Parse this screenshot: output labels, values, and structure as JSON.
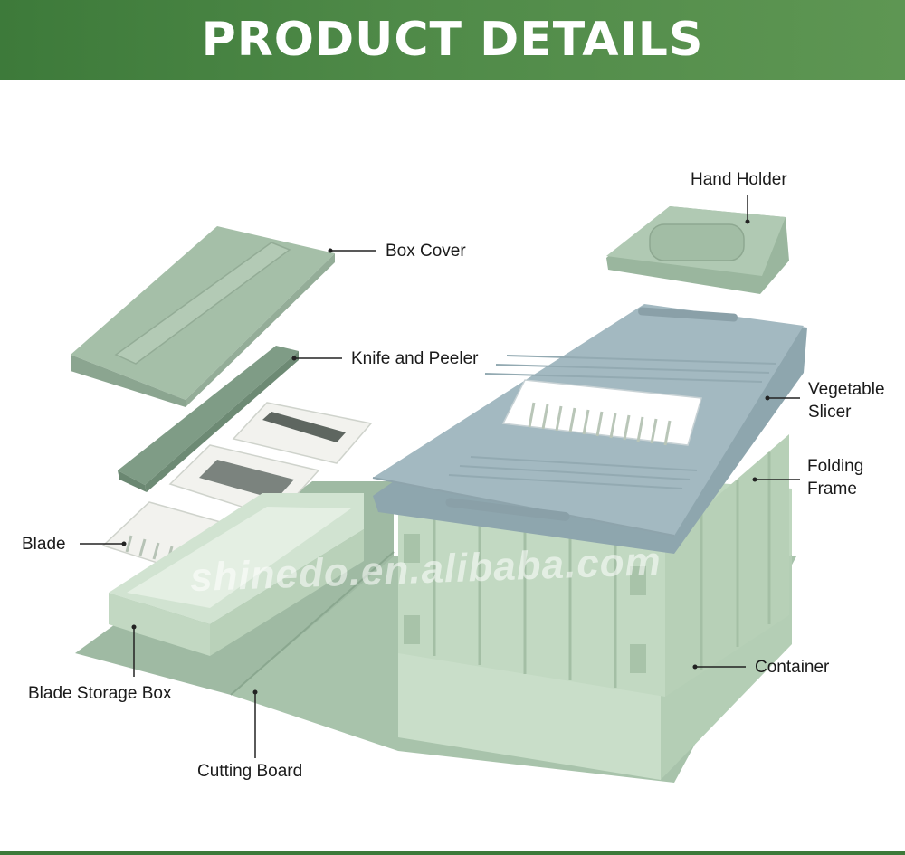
{
  "header": {
    "title": "PRODUCT DETAILS"
  },
  "labels": {
    "hand_holder": "Hand Holder",
    "box_cover": "Box Cover",
    "knife_and_peeler": "Knife and Peeler",
    "vegetable_slicer_line1": "Vegetable",
    "vegetable_slicer_line2": "Slicer",
    "folding_frame_line1": "Folding",
    "folding_frame_line2": "Frame",
    "blade": "Blade",
    "container": "Container",
    "blade_storage_box": "Blade Storage Box",
    "cutting_board": "Cutting Board"
  },
  "watermark": "shinedo.en.alibaba.com",
  "colors": {
    "banner": "#4a8543",
    "part_green": "#a9c4ac",
    "slicer_blue": "#9fb5bd",
    "container_green": "#c6dcc6"
  }
}
